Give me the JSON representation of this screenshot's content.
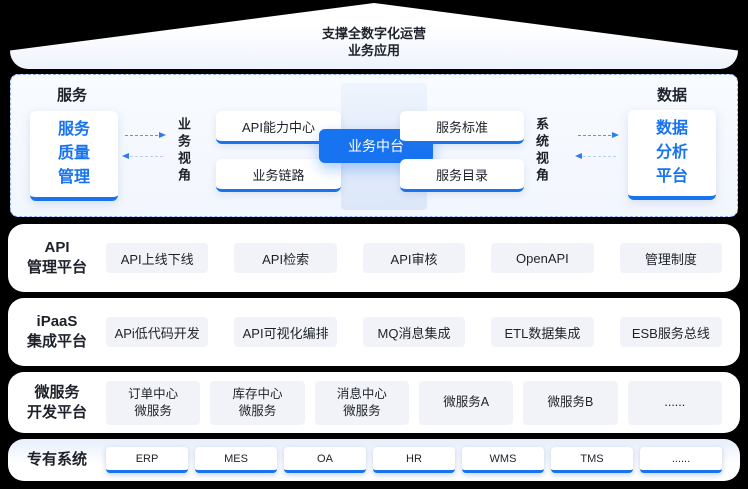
{
  "roof": {
    "line1": "支撑全数字化运营",
    "line2": "业务应用"
  },
  "top_section": {
    "service_header": "服务",
    "data_header": "数据",
    "service_quality_platform": "服务\n质量\n管理",
    "business_view": "业务视角",
    "system_view": "系统视角",
    "left_top_box": "API能力中心",
    "left_bottom_box": "业务链路",
    "center_button": "业务中台",
    "right_top_box": "服务标准",
    "right_bottom_box": "服务目录",
    "data_analysis_platform": "数据\n分析\n平台"
  },
  "rows": [
    {
      "label": "API\n管理平台",
      "items": [
        "API上线下线",
        "API检索",
        "API审核",
        "OpenAPI",
        "管理制度"
      ]
    },
    {
      "label": "iPaaS\n集成平台",
      "items": [
        "APi低代码开发",
        "API可视化编排",
        "MQ消息集成",
        "ETL数据集成",
        "ESB服务总线"
      ]
    },
    {
      "label": "微服务\n开发平台",
      "items": [
        "订单中心\n微服务",
        "库存中心\n微服务",
        "消息中心\n微服务",
        "微服务A",
        "微服务B",
        "......"
      ]
    },
    {
      "label": "专有系统",
      "items": [
        "ERP",
        "MES",
        "OA",
        "HR",
        "WMS",
        "TMS",
        "......"
      ]
    }
  ],
  "colors": {
    "accent_blue": "#1773f0",
    "text_dark": "#1d2129",
    "dashed_border": "#86aff2",
    "chip_gray": "#f1f3f8",
    "background": "#000000"
  }
}
